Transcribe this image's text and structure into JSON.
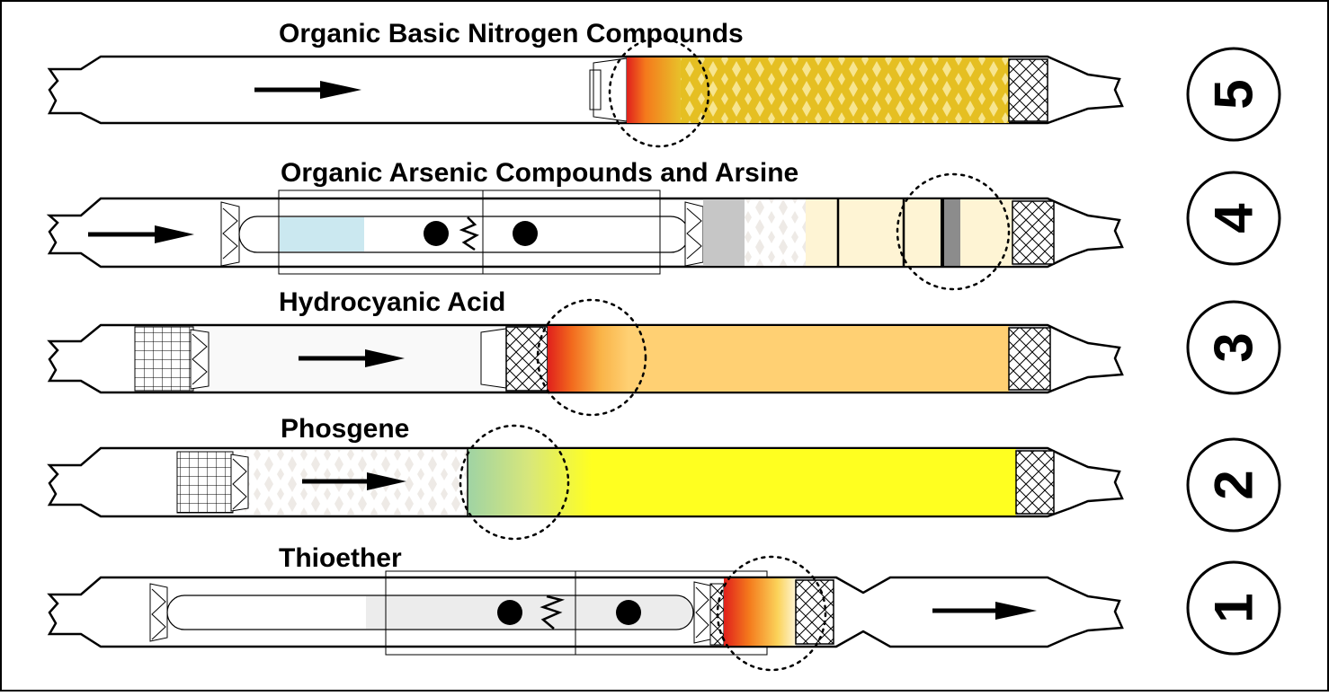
{
  "tubes": [
    {
      "id": "tube-5",
      "title": "Organic Basic Nitrogen Compounds",
      "number": "5"
    },
    {
      "id": "tube-4",
      "title": "Organic Arsenic Compounds and Arsine",
      "number": "4"
    },
    {
      "id": "tube-3",
      "title": "Hydrocyanic Acid",
      "number": "3"
    },
    {
      "id": "tube-2",
      "title": "Phosgene",
      "number": "2"
    },
    {
      "id": "tube-1",
      "title": "Thioether",
      "number": "1"
    }
  ],
  "colors": {
    "yellow_fill": "#ffff20",
    "orange_fill": "#ffd073",
    "gold_fill": "#e5bf22",
    "cream_fill": "#fef4d4",
    "light_blue": "#cbe8f0",
    "light_gray": "#ececec",
    "band_gray": "#c6c6c6",
    "band_dark": "#8c8c8c",
    "red": "#e02020"
  }
}
